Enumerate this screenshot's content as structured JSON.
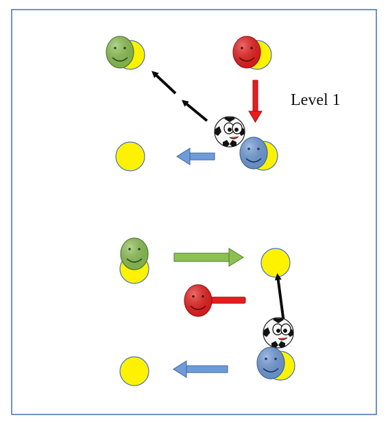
{
  "diagram": {
    "label": "Level 1",
    "colors": {
      "frame": "#3f6fb5",
      "yellow": "#fef200",
      "yellow_edge": "#4472c4",
      "green": "#8cc152",
      "green_edge": "#4f7a2e",
      "red": "#e81c1c",
      "red_edge": "#9b1111",
      "blue": "#6f9bd8",
      "blue_edge": "#3e679f",
      "black": "#0a0a0a"
    },
    "players": [
      {
        "id": "top-left-green",
        "color": "green",
        "role": "player"
      },
      {
        "id": "top-right-red",
        "color": "red",
        "role": "defender"
      },
      {
        "id": "mid-right-blue",
        "color": "blue",
        "role": "player"
      },
      {
        "id": "bottom-left-green",
        "color": "green",
        "role": "player"
      },
      {
        "id": "bottom-red",
        "color": "red",
        "role": "defender"
      },
      {
        "id": "bottom-right-blue",
        "color": "blue",
        "role": "player"
      }
    ],
    "icons": [
      "soccer-ball-icon",
      "smiley-face-icon",
      "arrow-icon",
      "cone-icon"
    ]
  }
}
